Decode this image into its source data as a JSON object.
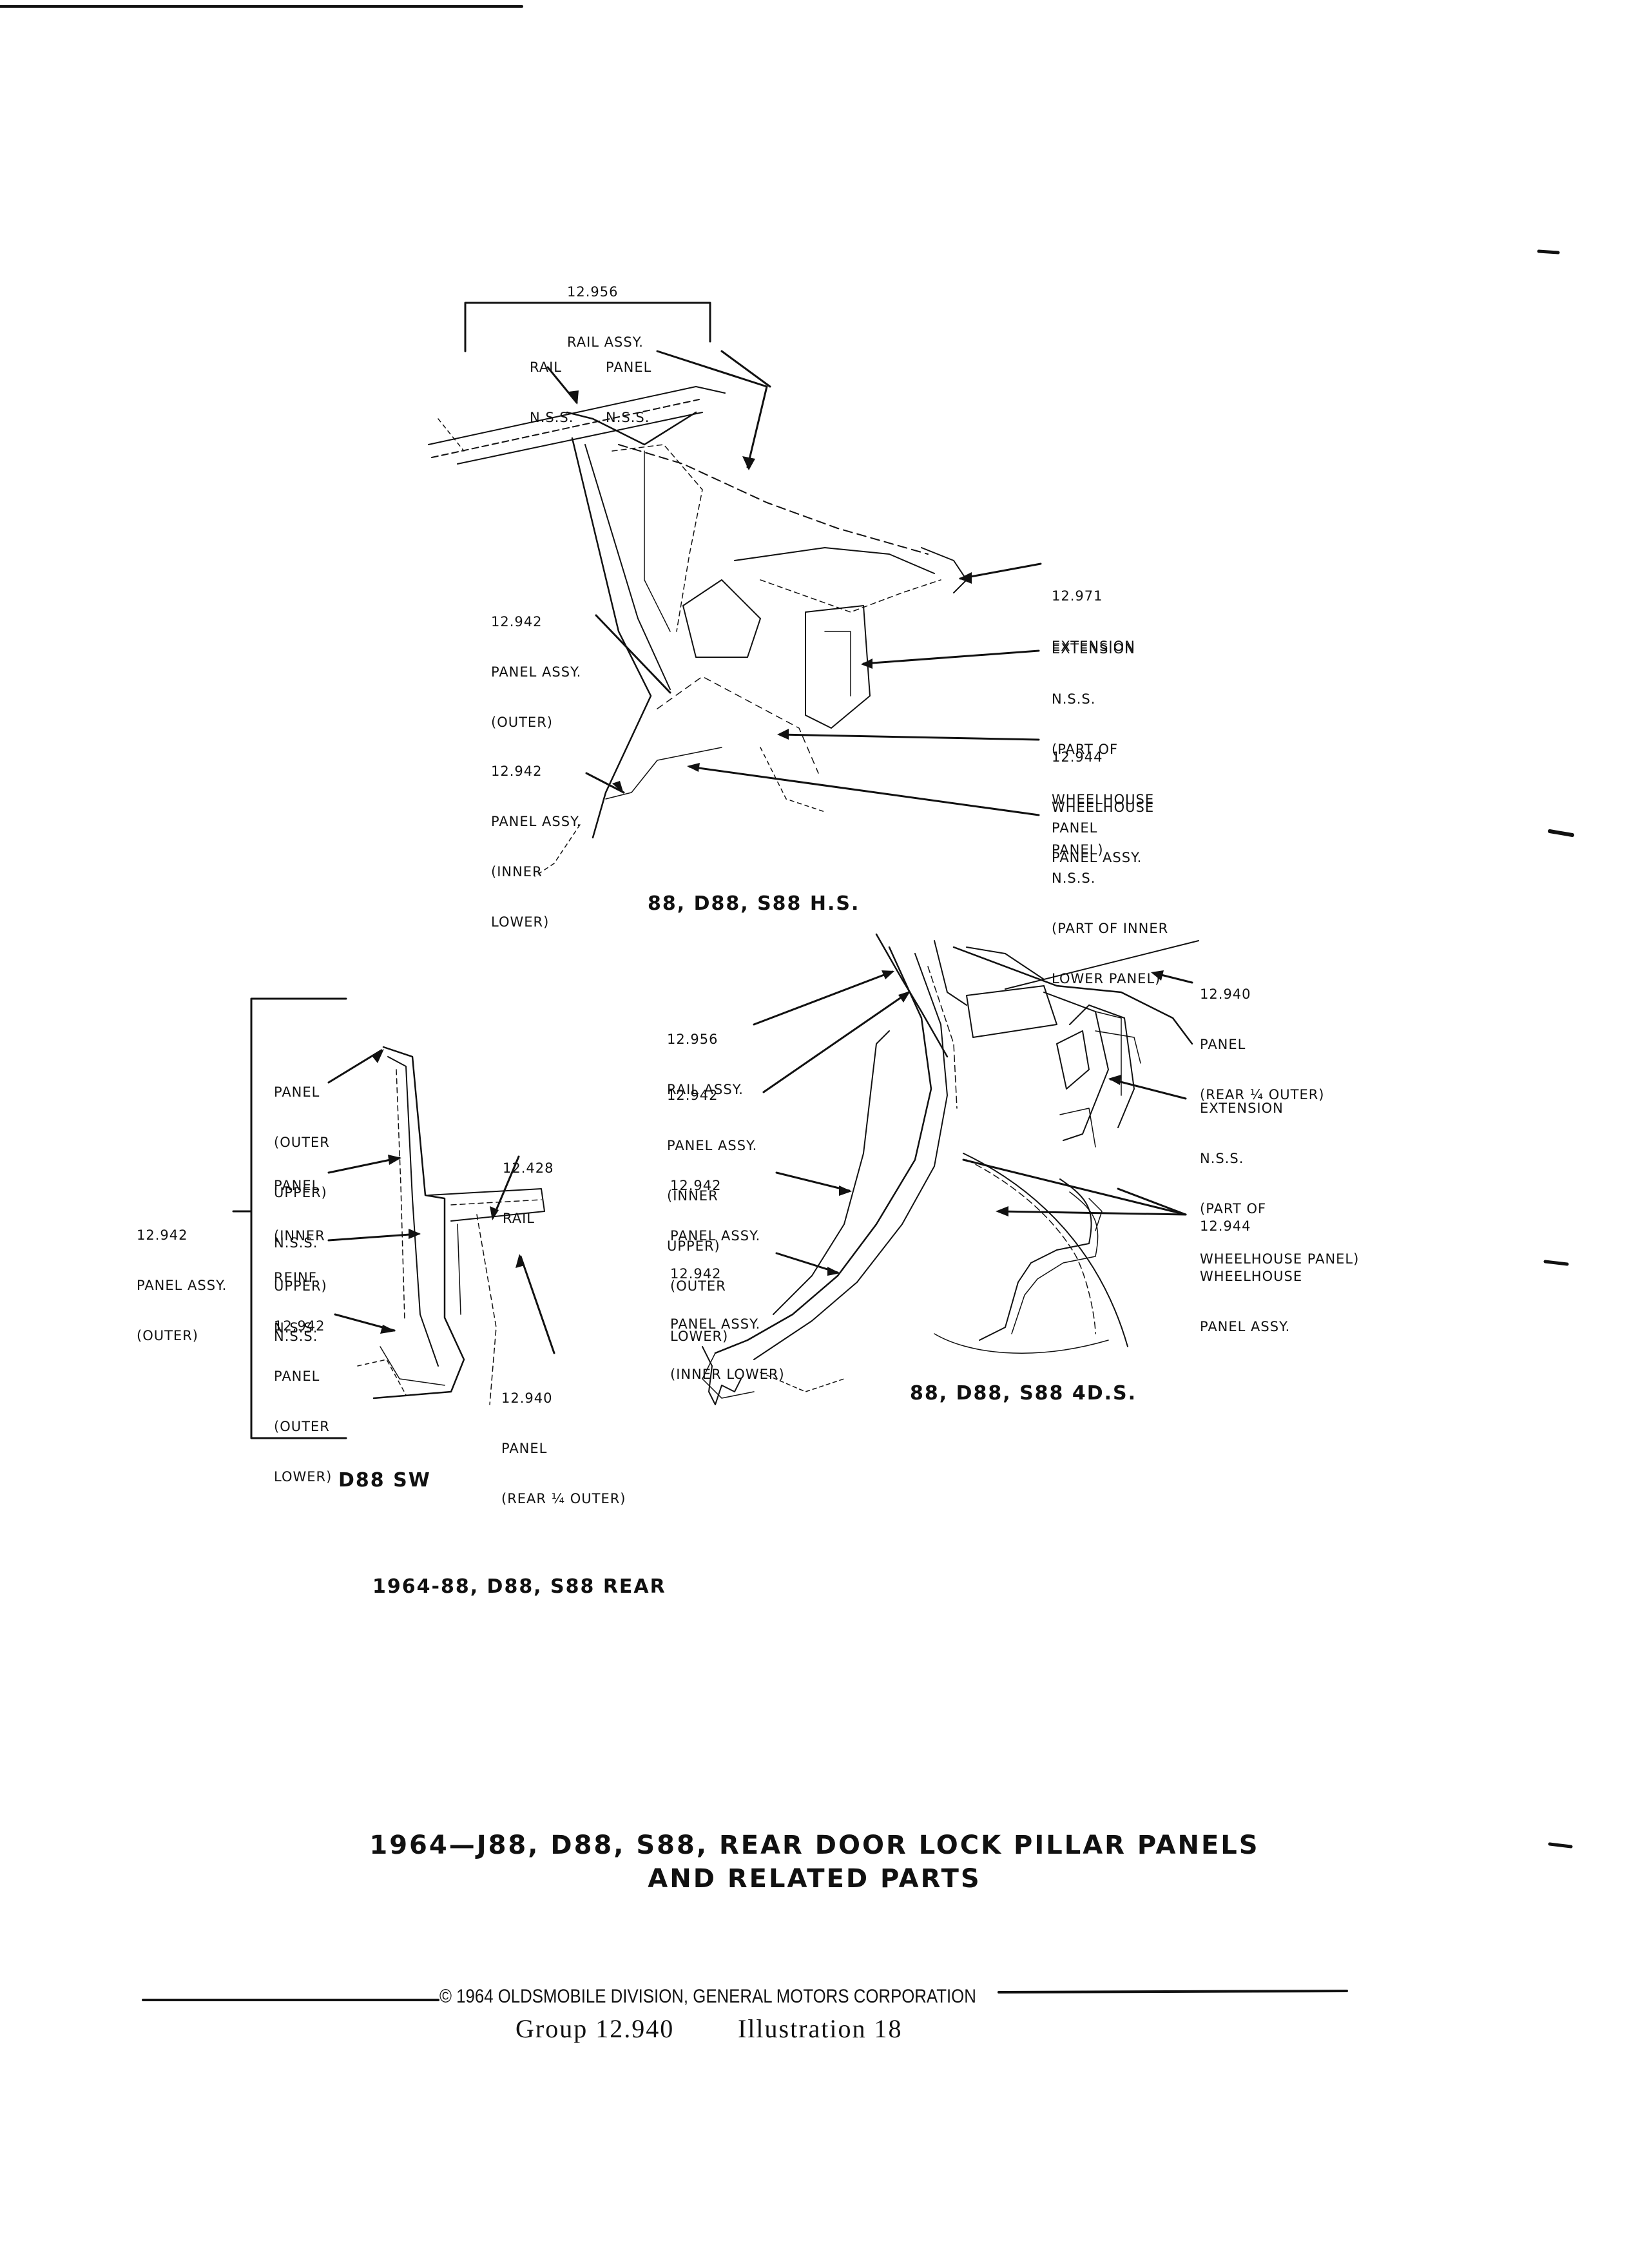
{
  "diagram_hs": {
    "caption": "88, D88, S88 H.S.",
    "labels": {
      "rail_assy": [
        "12.956",
        "RAIL ASSY."
      ],
      "rail_nss": [
        "RAIL",
        "N.S.S."
      ],
      "panel_nss_top": [
        "PANEL",
        "N.S.S."
      ],
      "extension_12971": [
        "12.971",
        "EXTENSION"
      ],
      "extension_nss": [
        "EXTENSION",
        "N.S.S.",
        "(PART OF",
        "WHEELHOUSE",
        "PANEL)"
      ],
      "panel_outer": [
        "12.942",
        "PANEL ASSY.",
        "(OUTER)"
      ],
      "wheelhouse": [
        "12.944",
        "WHEELHOUSE",
        "PANEL ASSY."
      ],
      "panel_inner_lower": [
        "12.942",
        "PANEL ASSY.",
        "(INNER",
        "LOWER)"
      ],
      "panel_nss_inner_lower": [
        "PANEL",
        "N.S.S.",
        "(PART OF INNER",
        "LOWER PANEL)"
      ]
    }
  },
  "diagram_sw": {
    "caption": "D88 SW",
    "labels": {
      "panel_outer_upper": [
        "PANEL",
        "(OUTER",
        "UPPER)",
        "N.S.S."
      ],
      "panel_inner_upper": [
        "PANEL",
        "(INNER",
        "UPPER)",
        "N.S.S."
      ],
      "panel_assy_outer": [
        "12.942",
        "PANEL ASSY.",
        "(OUTER)"
      ],
      "rail_12428": [
        "12.428",
        "RAIL"
      ],
      "reinf": [
        "REINF.",
        "N.S.S."
      ],
      "panel_outer_lower": [
        "12.942",
        "PANEL",
        "(OUTER",
        "LOWER)"
      ],
      "panel_rear_quarter": [
        "12.940",
        "PANEL",
        "(REAR ¼ OUTER)"
      ]
    }
  },
  "diagram_4ds": {
    "caption": "88, D88, S88 4D.S.",
    "labels": {
      "panel_rear_quarter": [
        "12.940",
        "PANEL",
        "(REAR ¼ OUTER)"
      ],
      "rail_assy": [
        "12.956",
        "RAIL ASSY."
      ],
      "panel_inner_upper": [
        "12.942",
        "PANEL ASSY.",
        "(INNER",
        "UPPER)"
      ],
      "extension_nss": [
        "EXTENSION",
        "N.S.S.",
        "(PART OF",
        "WHEELHOUSE PANEL)"
      ],
      "panel_outer_lower": [
        "12.942",
        "PANEL ASSY.",
        "(OUTER",
        "LOWER)"
      ],
      "wheelhouse": [
        "12.944",
        "WHEELHOUSE",
        "PANEL ASSY."
      ],
      "panel_inner_lower": [
        "12.942",
        "PANEL ASSY.",
        "(INNER LOWER)"
      ]
    }
  },
  "subtitle": "1964-88, D88, S88 REAR",
  "title": [
    "1964—J88, D88, S88, REAR DOOR LOCK PILLAR PANELS",
    "AND RELATED PARTS"
  ],
  "footer": {
    "copyright": "© 1964 OLDSMOBILE DIVISION, GENERAL MOTORS CORPORATION",
    "group": "Group 12.940",
    "illustration": "Illustration 18"
  }
}
